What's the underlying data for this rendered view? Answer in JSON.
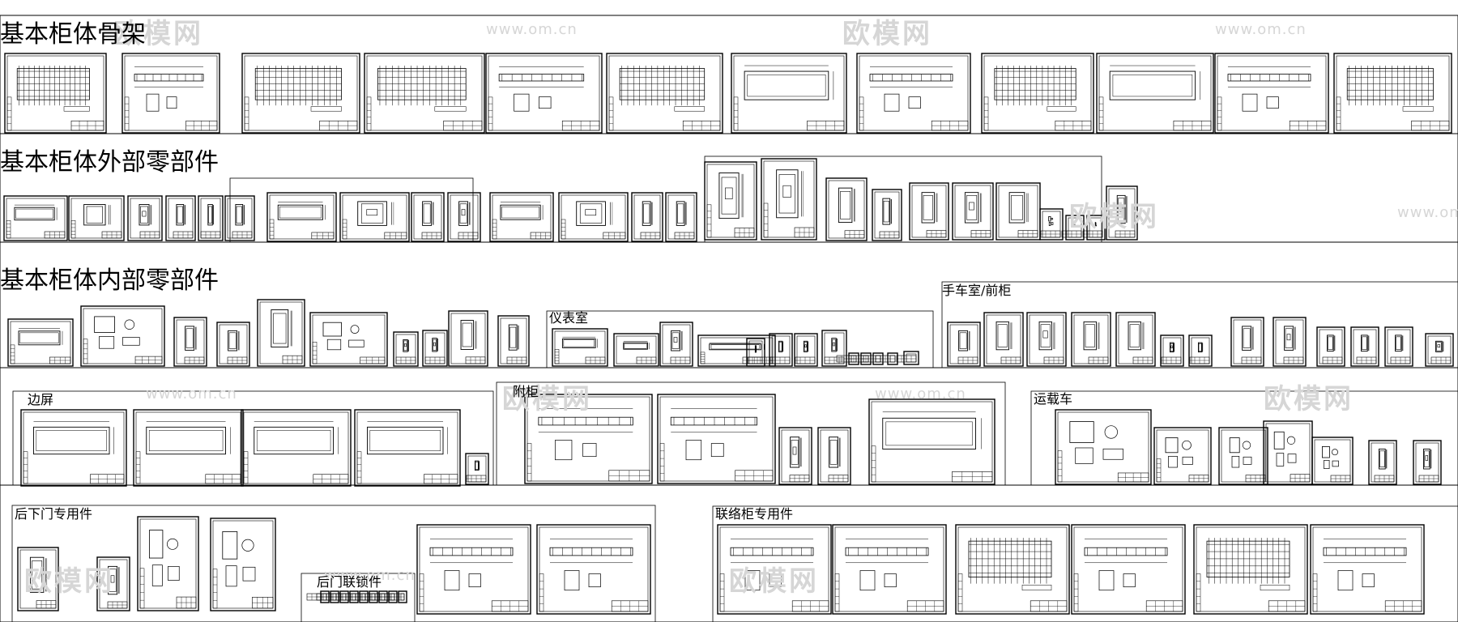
{
  "watermarks": {
    "brand": "欧模网",
    "url": "www.om.cn"
  },
  "colors": {
    "line": "#000000",
    "background": "#ffffff",
    "watermark": "#d6d6d6"
  },
  "sections": {
    "frame": "基本柜体骨架",
    "external_parts": "基本柜体外部零部件",
    "internal_parts": "基本柜体内部零部件"
  },
  "groups": {
    "handcart_front": "手车室/前柜",
    "instrument_room": "仪表室",
    "side_screen": "边屏",
    "rear_cabinet": "附柜",
    "transport_cart": "运载车",
    "rear_lower_door": "后下门专用件",
    "rear_door_interlock": "后门联锁件",
    "tie_cabinet": "联络柜专用件"
  }
}
